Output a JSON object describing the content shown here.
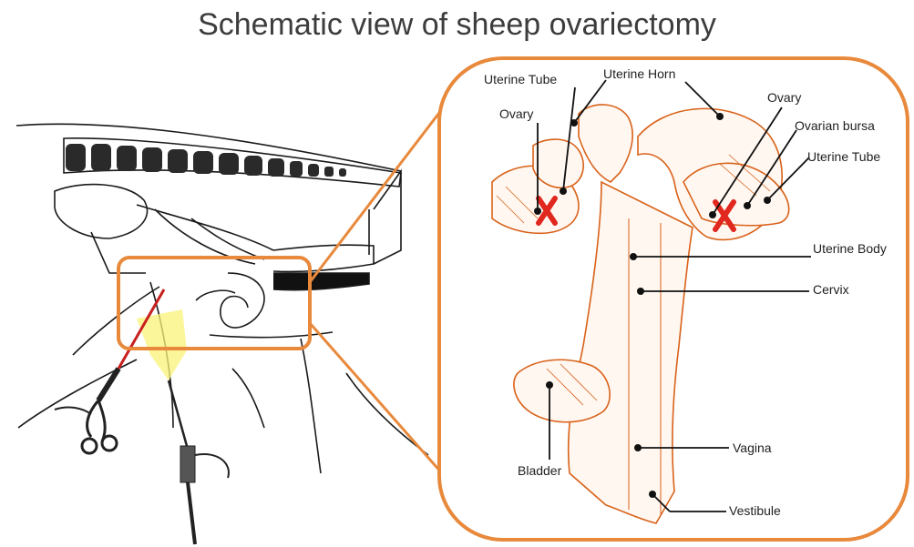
{
  "title": "Schematic view of sheep ovariectomy",
  "colors": {
    "frame": "#e8893c",
    "organ": "#d9621a",
    "mark": "#e0281f",
    "endoscope_field": "#fbf37a",
    "line": "#111111"
  },
  "labels": {
    "uterine_tube_left": "Uterine Tube",
    "uterine_horn": "Uterine Horn",
    "ovary_left": "Ovary",
    "ovary_right": "Ovary",
    "ovarian_bursa": "Ovarian bursa",
    "uterine_tube_right": "Uterine Tube",
    "uterine_body": "Uterine Body",
    "cervix": "Cervix",
    "bladder": "Bladder",
    "vagina": "Vagina",
    "vestibule": "Vestibule"
  }
}
